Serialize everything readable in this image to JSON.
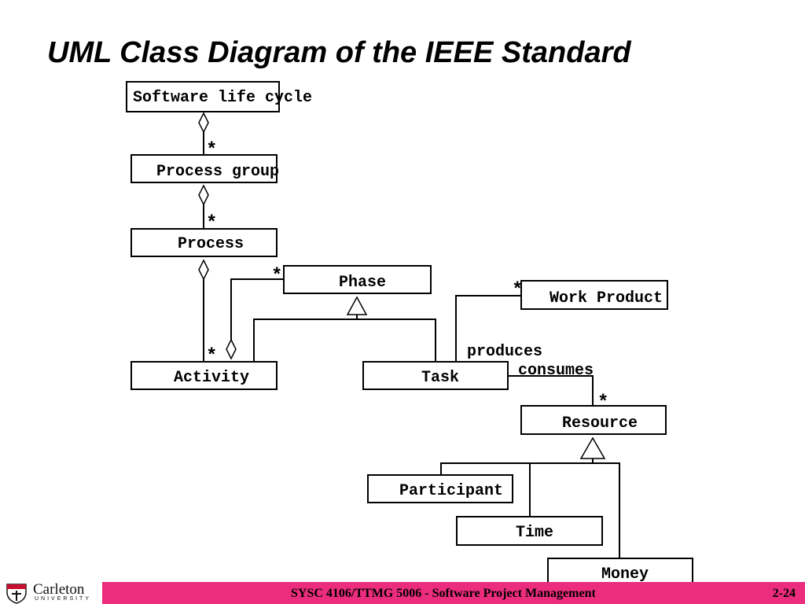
{
  "slide": {
    "title": "UML Class Diagram of the IEEE Standard"
  },
  "diagram": {
    "classes": {
      "software_life_cycle": "Software life cycle",
      "process_group": "Process group",
      "process": "Process",
      "phase": "Phase",
      "work_product": "Work Product",
      "activity": "Activity",
      "task": "Task",
      "resource": "Resource",
      "participant": "Participant",
      "time": "Time",
      "money": "Money"
    },
    "multiplicity": "*",
    "association_labels": {
      "produces": "produces",
      "consumes": "consumes"
    }
  },
  "footer": {
    "course": "SYSC 4106/TTMG 5006 - Software Project Management",
    "page": "2-24",
    "logo_name": "Carleton",
    "logo_sub": "UNIVERSITY",
    "accent_color": "#ec2c7c"
  }
}
